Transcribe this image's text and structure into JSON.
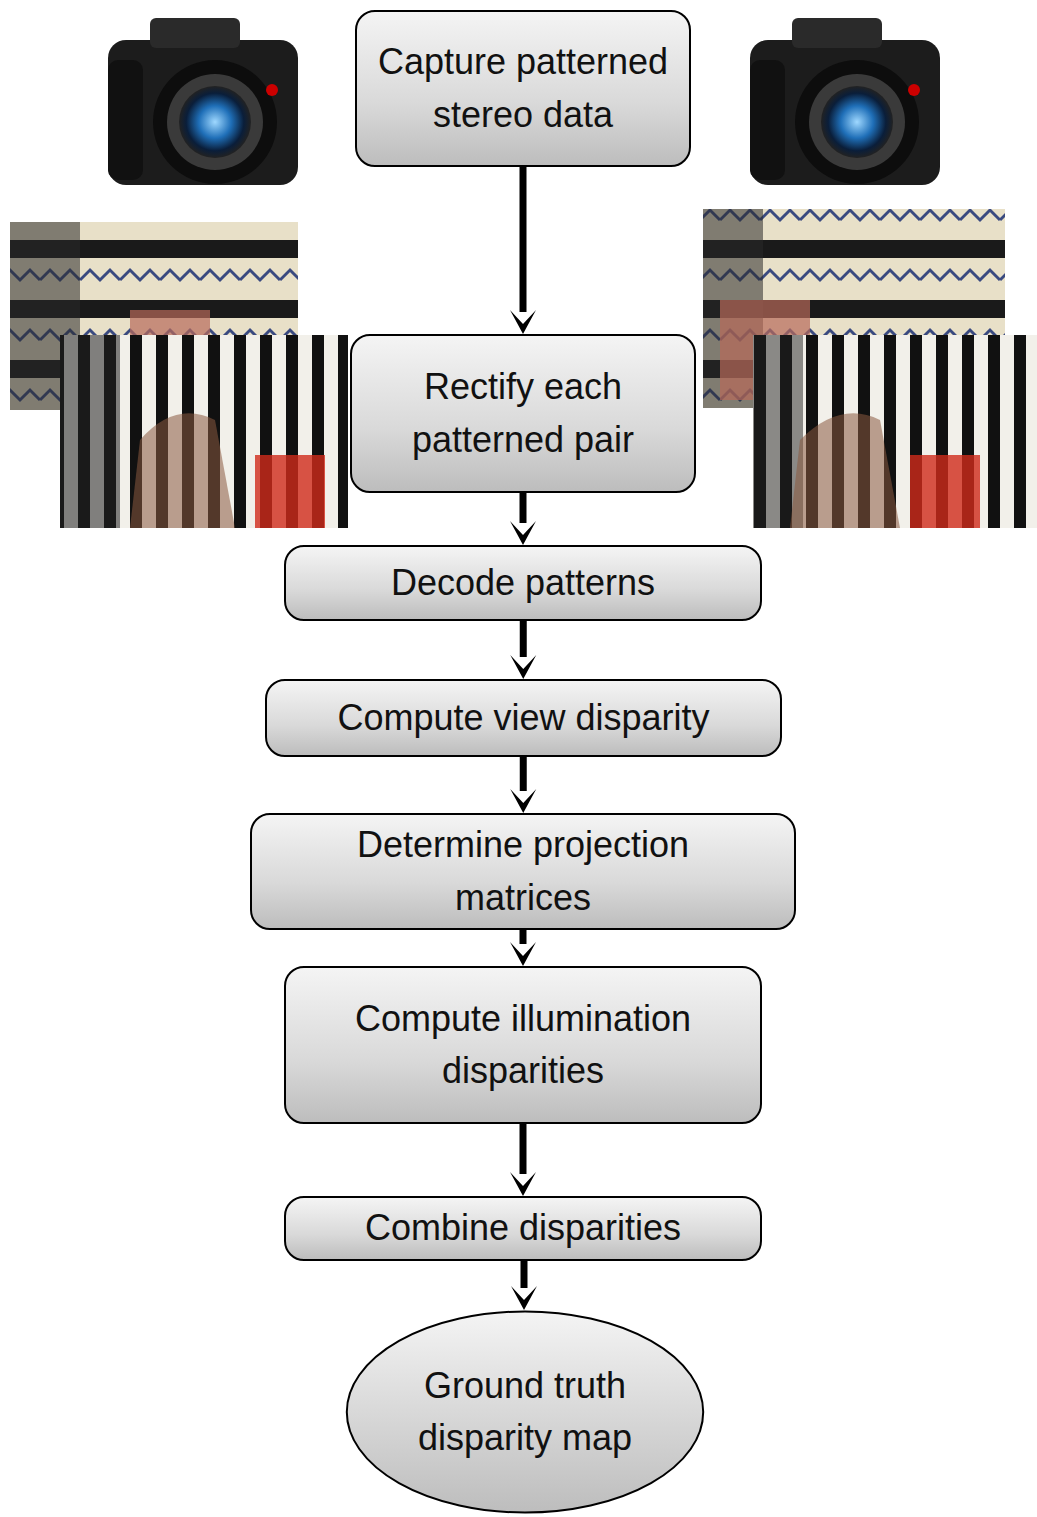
{
  "diagram": {
    "nodes": [
      {
        "text": [
          "Capture patterned stereo data"
        ]
      },
      {
        "text": [
          "Rectify each patterned pair"
        ]
      },
      {
        "text": [
          "Decode patterns"
        ]
      },
      {
        "text": [
          "Compute view disparity"
        ]
      },
      {
        "text": [
          "Determine projection matrices"
        ]
      },
      {
        "text": [
          "Compute illumination disparities"
        ]
      },
      {
        "text": [
          "Combine disparities"
        ]
      },
      {
        "text": [
          "Ground truth disparity map"
        ]
      }
    ],
    "edges": [
      {
        "from": 0,
        "to": 1,
        "arrow": "to"
      },
      {
        "from": 1,
        "to": 2,
        "arrow": "to"
      },
      {
        "from": 2,
        "to": 3,
        "arrow": "to"
      },
      {
        "from": 3,
        "to": 4,
        "arrow": "to"
      },
      {
        "from": 4,
        "to": 5,
        "arrow": "to"
      },
      {
        "from": 5,
        "to": 6,
        "arrow": "to"
      },
      {
        "from": 6,
        "to": 7,
        "arrow": "to"
      }
    ]
  }
}
